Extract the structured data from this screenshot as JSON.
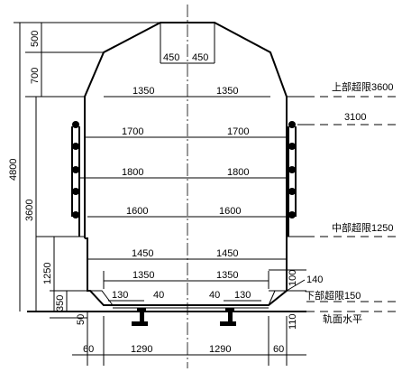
{
  "widths": {
    "w450": "450",
    "w1350": "1350",
    "w1700": "1700",
    "w1800": "1800",
    "w1600": "1600",
    "w1450": "1450",
    "w130": "130",
    "w40": "40",
    "w1290": "1290",
    "w60": "60"
  },
  "heights": {
    "h500": "500",
    "h700": "700",
    "h4800": "4800",
    "h3600": "3600",
    "h1250": "1250",
    "h350": "350",
    "h50": "50",
    "h100": "100",
    "h110": "110",
    "h140": "140"
  },
  "right_labels": {
    "upper_limit": "上部超限3600",
    "mark_3100": "3100",
    "middle_limit": "中部超限1250",
    "lower_limit": "下部超限150",
    "rail_level": "轨面水平"
  }
}
